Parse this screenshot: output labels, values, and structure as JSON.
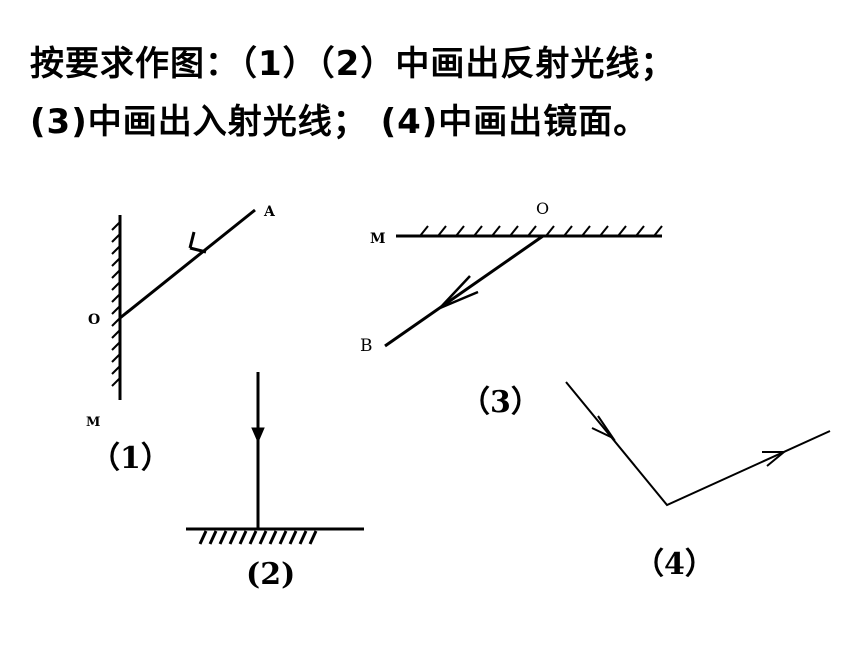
{
  "instructions": {
    "line1": "按要求作图：（1）（2）中画出反射光线；",
    "line2": "(3)中画出入射光线； (4)中画出镜面。"
  },
  "figures": {
    "fig1": {
      "caption": "（1）",
      "label_A": "A",
      "label_O": "O",
      "label_M": "M"
    },
    "fig2": {
      "caption": "(2)"
    },
    "fig3": {
      "caption": "（3）",
      "label_O": "O",
      "label_M": "M",
      "label_B": "B"
    },
    "fig4": {
      "caption": "（4）"
    }
  }
}
